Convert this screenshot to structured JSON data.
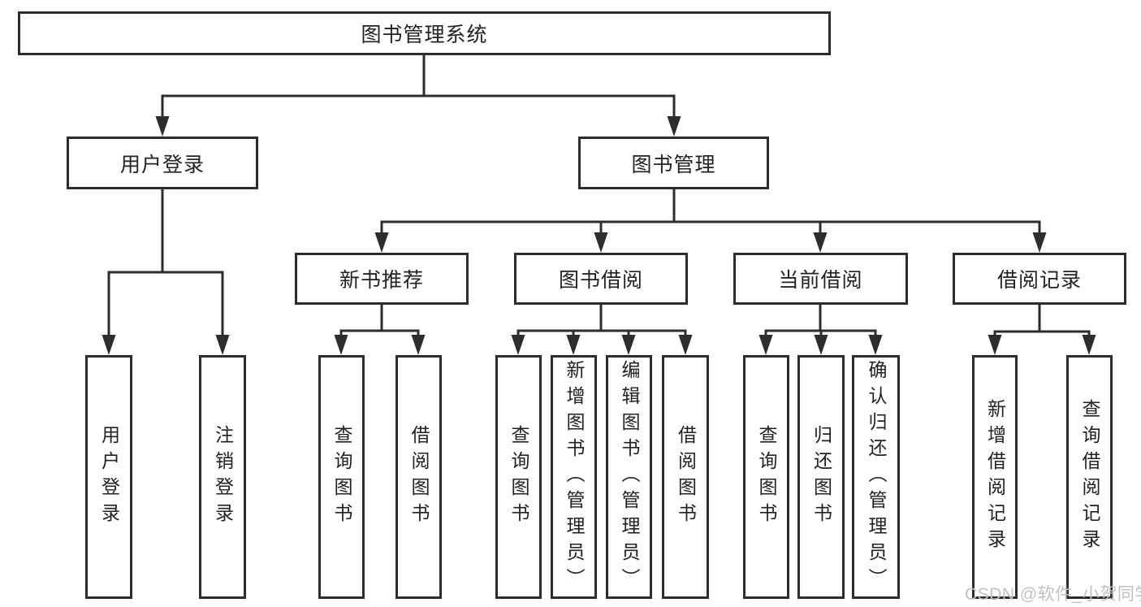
{
  "nodes": {
    "root": "图书管理系统",
    "level2": [
      {
        "label": "用户登录"
      },
      {
        "label": "图书管理"
      }
    ],
    "level3": [
      {
        "label": "新书推荐"
      },
      {
        "label": "图书借阅"
      },
      {
        "label": "当前借阅"
      },
      {
        "label": "借阅记录"
      }
    ],
    "leaves": {
      "login_group": [
        "用户登录",
        "注销登录"
      ],
      "new_book_group": [
        "查询图书",
        "借阅图书"
      ],
      "borrow_group": [
        "查询图书",
        "新增图书（管理员）",
        "编辑图书（管理员）",
        "借阅图书"
      ],
      "current_group": [
        "查询图书",
        "归还图书",
        "确认归还（管理员）"
      ],
      "record_group": [
        "新增借阅记录",
        "查询借阅记录"
      ]
    }
  },
  "watermark": "CSDN @软件_小贺同学",
  "colors": {
    "line": "#2d2d2d",
    "text": "#222222",
    "watermark": "#c2c2c2",
    "background": "#ffffff"
  }
}
